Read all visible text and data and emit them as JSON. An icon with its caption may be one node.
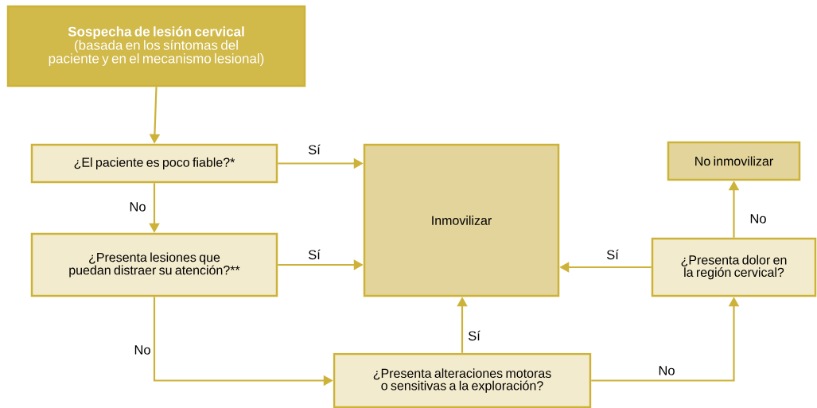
{
  "diagram": {
    "nodes": [
      {
        "text": [
          "Sospecha de lesión cervical",
          "(basada en los síntomas del paciente y en el mecanismo lesional)"
        ]
      },
      {
        "text": [
          "¿El paciente es poco fiable?*"
        ]
      },
      {
        "text": [
          "¿Presenta lesiones que puedan distraer su atención?**"
        ]
      },
      {
        "text": [
          "Inmovilizar"
        ]
      },
      {
        "text": [
          "No inmovilizar"
        ]
      },
      {
        "text": [
          "¿Presenta dolor en la región cervical?"
        ]
      },
      {
        "text": [
          "¿Presenta alteraciones motoras o sensitivas a la exploración?"
        ]
      }
    ],
    "edges": [
      {
        "from": 0,
        "to": 1,
        "arrow": "to"
      },
      {
        "from": 1,
        "to": 3,
        "arrow": "to",
        "label": "Sí"
      },
      {
        "from": 1,
        "to": 2,
        "arrow": "to",
        "label": "No"
      },
      {
        "from": 2,
        "to": 3,
        "arrow": "to",
        "label": "Sí"
      },
      {
        "from": 2,
        "to": 6,
        "arrow": "to",
        "label": "No"
      },
      {
        "from": 6,
        "to": 3,
        "arrow": "to",
        "label": "Sí"
      },
      {
        "from": 6,
        "to": 5,
        "arrow": "to",
        "label": "No"
      },
      {
        "from": 5,
        "to": 3,
        "arrow": "to",
        "label": "Sí"
      },
      {
        "from": 5,
        "to": 4,
        "arrow": "to",
        "label": "No"
      }
    ]
  }
}
